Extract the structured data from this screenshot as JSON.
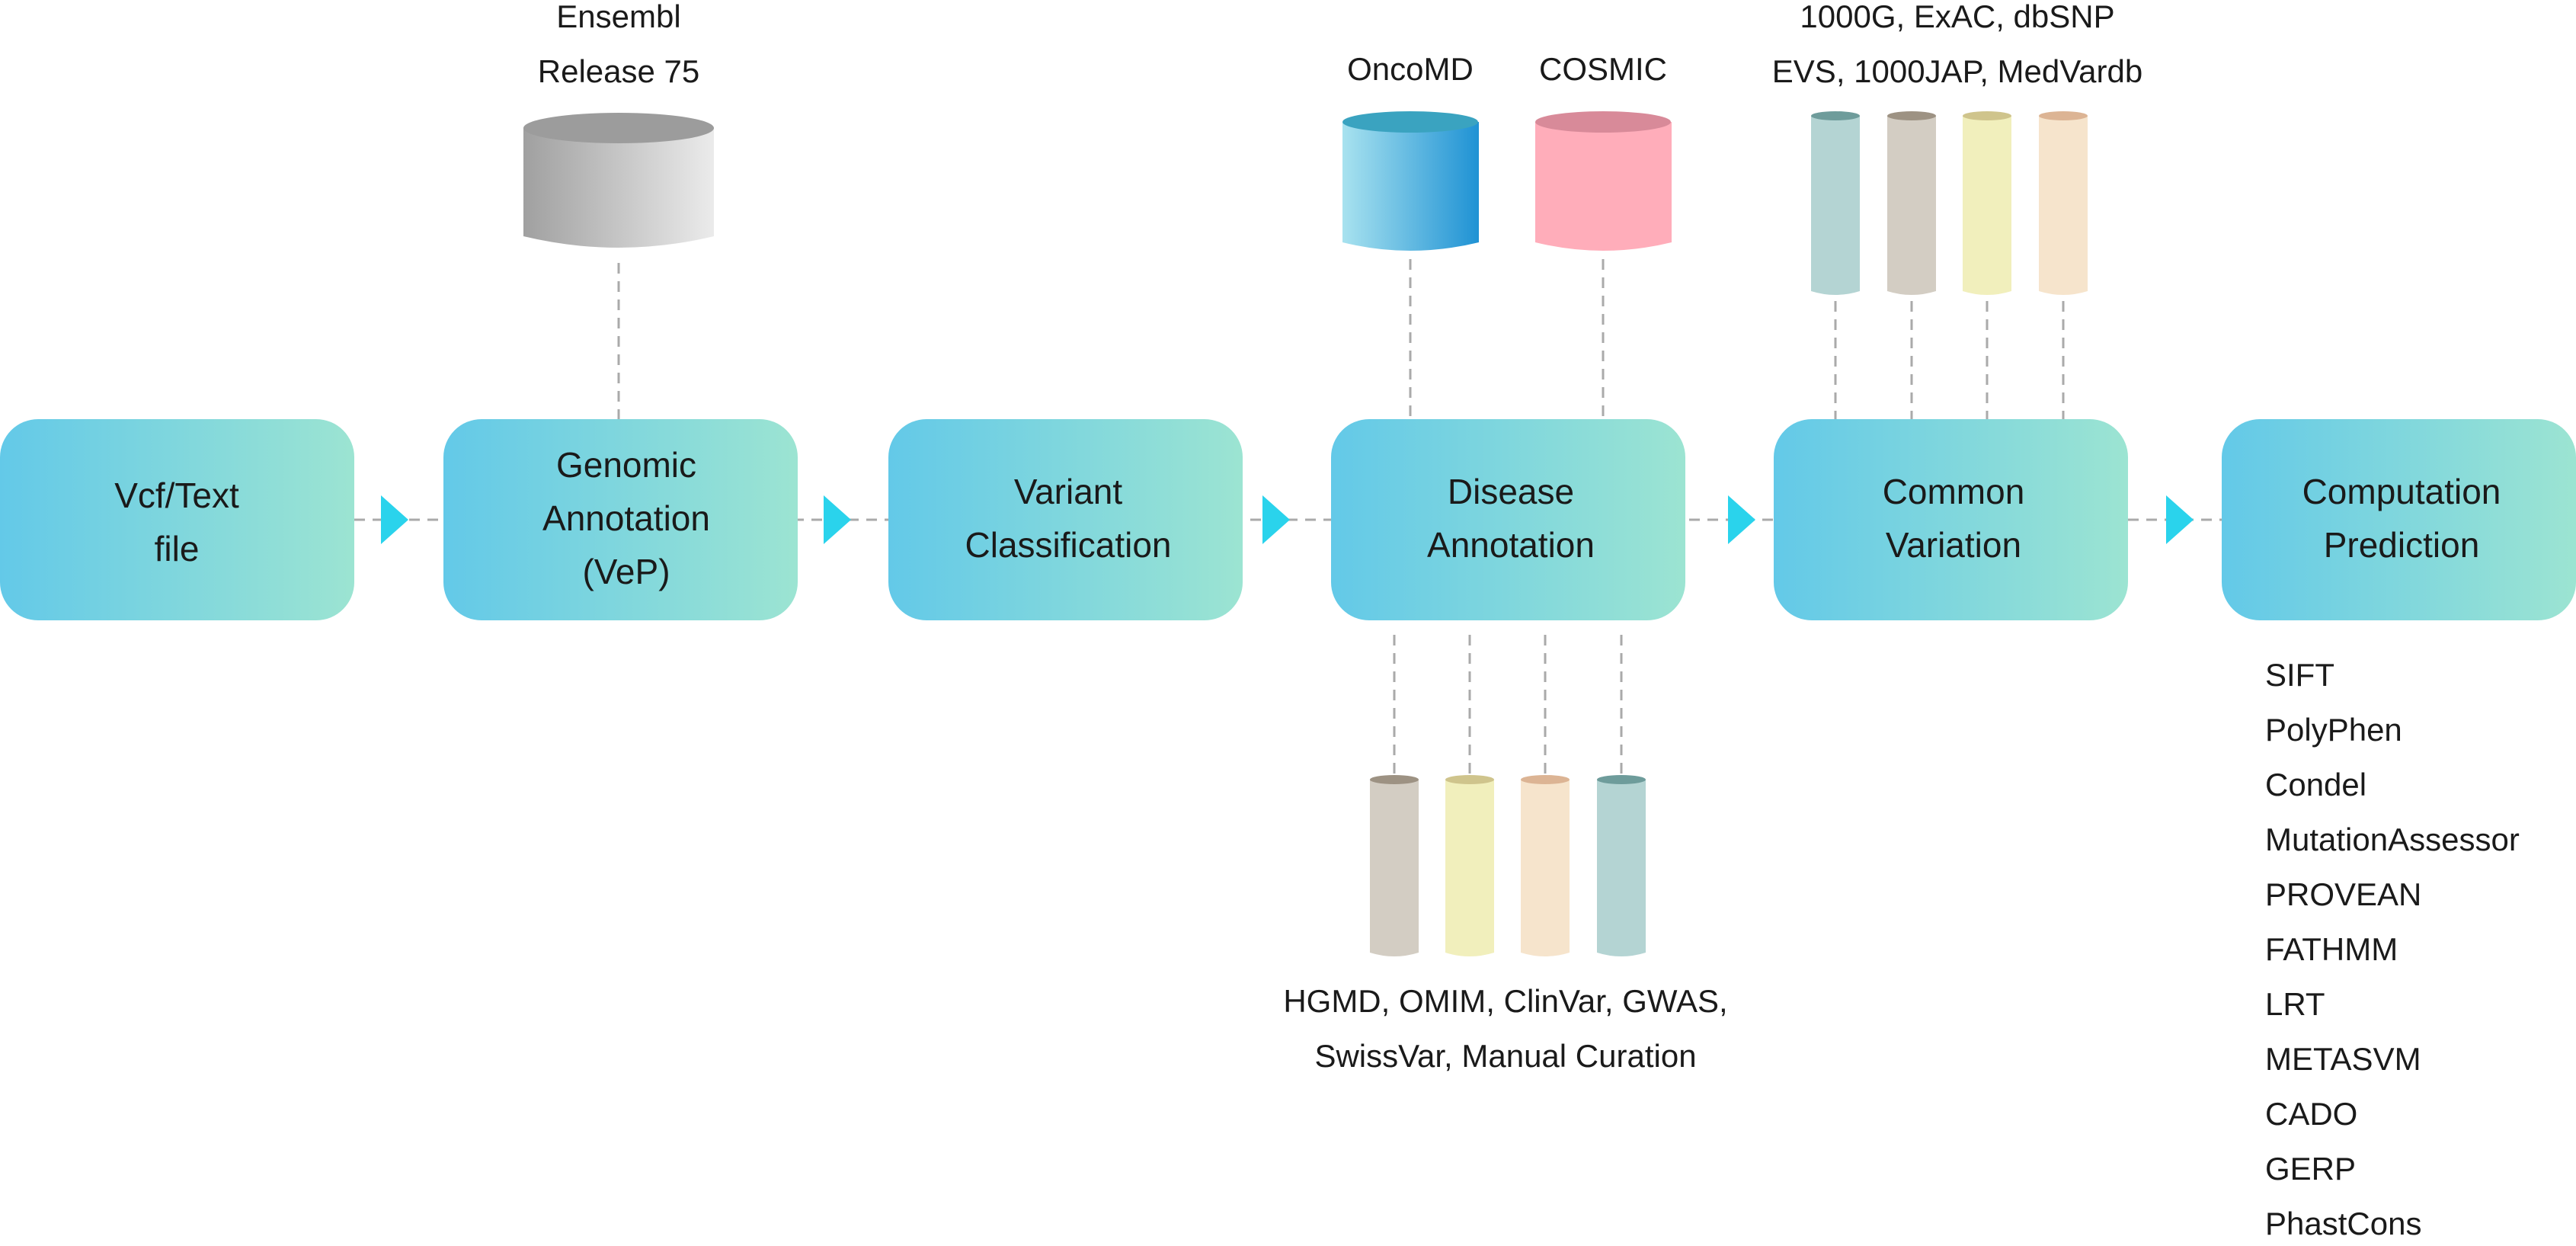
{
  "stages": [
    {
      "id": "vcf",
      "lines": [
        "Vcf/Text",
        "file"
      ]
    },
    {
      "id": "genomic-annotation",
      "lines": [
        "Genomic",
        "Annotation",
        "(VeP)"
      ]
    },
    {
      "id": "variant-classification",
      "lines": [
        "Variant",
        "Classification"
      ]
    },
    {
      "id": "disease-annotation",
      "lines": [
        "Disease",
        "Annotation"
      ]
    },
    {
      "id": "common-variation",
      "lines": [
        "Common",
        "Variation"
      ]
    },
    {
      "id": "computation-prediction",
      "lines": [
        "Computation",
        "Prediction"
      ]
    }
  ],
  "databases": {
    "ensembl": {
      "label_lines": [
        "Ensembl",
        "Release 75"
      ]
    },
    "oncomd": {
      "label": "OncoMD"
    },
    "cosmic": {
      "label": "COSMIC"
    },
    "population": {
      "label_lines": [
        "1000G, ExAC, dbSNP",
        "EVS, 1000JAP, MedVardb"
      ]
    },
    "disease_dbs": {
      "label_lines": [
        "HGMD, OMIM, ClinVar, GWAS,",
        "SwissVar, Manual Curation"
      ]
    }
  },
  "prediction_tools": [
    "SIFT",
    "PolyPhen",
    "Condel",
    "MutationAssessor",
    "PROVEAN",
    "FATHMM",
    "LRT",
    "METASVM",
    "CADO",
    "GERP",
    "PhastCons"
  ],
  "colors": {
    "box_left": "#63c9e8",
    "box_right": "#9ce4d2",
    "arrow": "#2ad3ec",
    "connector": "#aaaaaa",
    "ensembl": [
      "#9c9c9c",
      "#e8e8e8"
    ],
    "oncomd": [
      "#a4e0ee",
      "#2395d6"
    ],
    "cosmic": "#ffadba",
    "tube_teal": "#b4d4d3",
    "tube_grey": "#d3cdc3",
    "tube_yellow": "#f1efbc",
    "tube_peach": "#f6e4cc"
  }
}
